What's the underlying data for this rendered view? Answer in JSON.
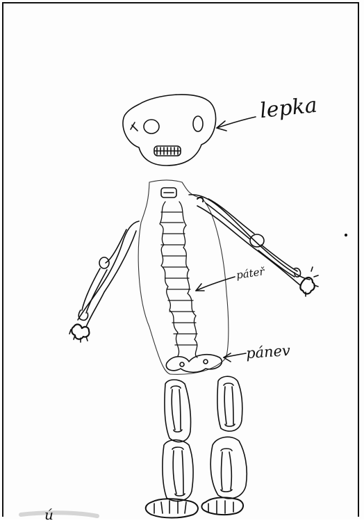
{
  "labels": {
    "head": "lepka",
    "spine": "páteř",
    "pelvis": "pánev",
    "corner_scribble": "ú"
  },
  "colors": {
    "ink": "#111111",
    "paper": "#fdfdfd"
  }
}
